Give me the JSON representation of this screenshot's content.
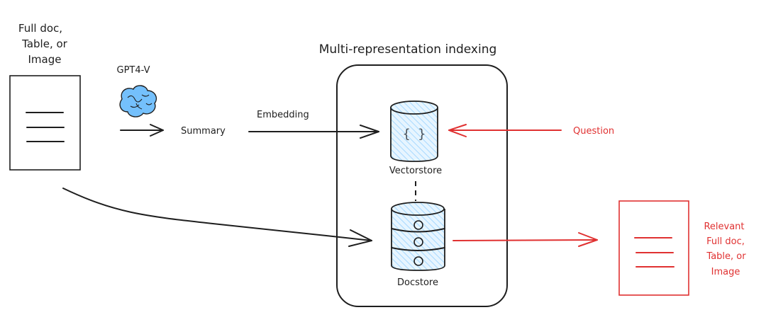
{
  "title": "Multi-representation indexing",
  "source_doc": {
    "label_lines": [
      "Full doc,",
      "Table, or",
      "Image"
    ]
  },
  "model": {
    "label": "GPT4-V",
    "icon": "brain-icon"
  },
  "summary": {
    "label": "Summary"
  },
  "embedding": {
    "label": "Embedding"
  },
  "vectorstore": {
    "label": "Vectorstore",
    "glyph": "{ }",
    "icon": "database-cylinder-icon"
  },
  "docstore": {
    "label": "Docstore",
    "icon": "database-stack-icon"
  },
  "question": {
    "label": "Question"
  },
  "result_doc": {
    "label_lines": [
      "Relevant",
      "Full doc,",
      "Table, or",
      "Image"
    ]
  },
  "colors": {
    "ink": "#1e1e1e",
    "accent_red": "#e03131",
    "fill_blue": "#a5d8ff",
    "brain_blue": "#74c0fc"
  }
}
